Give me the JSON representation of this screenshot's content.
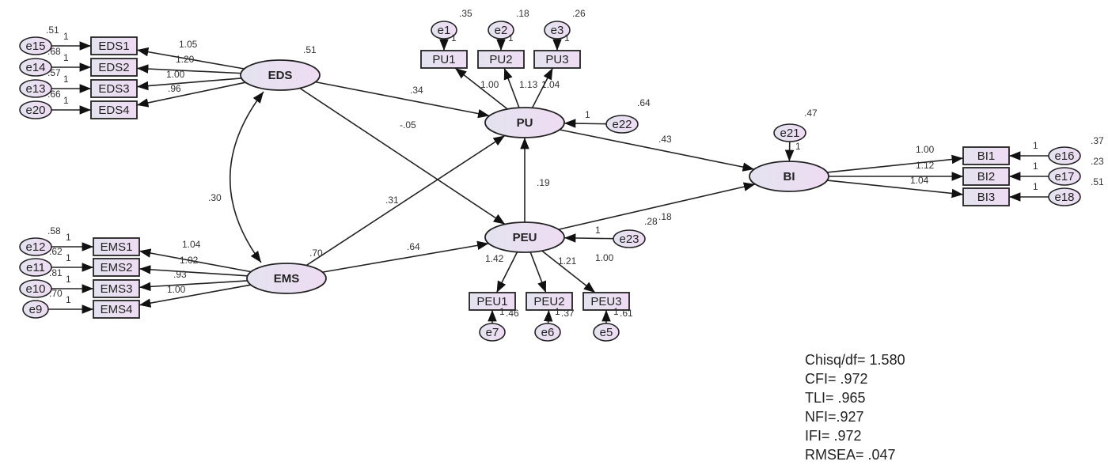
{
  "latent": [
    {
      "id": "EDS",
      "label": "EDS",
      "variance": ".51"
    },
    {
      "id": "EMS",
      "label": "EMS",
      "variance": ".70"
    },
    {
      "id": "PU",
      "label": "PU"
    },
    {
      "id": "PEU",
      "label": "PEU"
    },
    {
      "id": "BI",
      "label": "BI"
    }
  ],
  "indicators": [
    {
      "id": "EDS1",
      "label": "EDS1"
    },
    {
      "id": "EDS2",
      "label": "EDS2"
    },
    {
      "id": "EDS3",
      "label": "EDS3"
    },
    {
      "id": "EDS4",
      "label": "EDS4"
    },
    {
      "id": "EMS1",
      "label": "EMS1"
    },
    {
      "id": "EMS2",
      "label": "EMS2"
    },
    {
      "id": "EMS3",
      "label": "EMS3"
    },
    {
      "id": "EMS4",
      "label": "EMS4"
    },
    {
      "id": "PU1",
      "label": "PU1"
    },
    {
      "id": "PU2",
      "label": "PU2"
    },
    {
      "id": "PU3",
      "label": "PU3"
    },
    {
      "id": "PEU1",
      "label": "PEU1"
    },
    {
      "id": "PEU2",
      "label": "PEU2"
    },
    {
      "id": "PEU3",
      "label": "PEU3"
    },
    {
      "id": "BI1",
      "label": "BI1"
    },
    {
      "id": "BI2",
      "label": "BI2"
    },
    {
      "id": "BI3",
      "label": "BI3"
    }
  ],
  "errors": [
    {
      "id": "e15",
      "label": "e15",
      "target": "EDS1",
      "variance": ".51",
      "weight": "1"
    },
    {
      "id": "e14",
      "label": "e14",
      "target": "EDS2",
      "variance": ".68",
      "weight": "1"
    },
    {
      "id": "e13",
      "label": "e13",
      "target": "EDS3",
      "variance": ".57",
      "weight": "1"
    },
    {
      "id": "e20",
      "label": "e20",
      "target": "EDS4",
      "variance": ".66",
      "weight": "1"
    },
    {
      "id": "e12",
      "label": "e12",
      "target": "EMS1",
      "variance": ".58",
      "weight": "1"
    },
    {
      "id": "e11",
      "label": "e11",
      "target": "EMS2",
      "variance": ".62",
      "weight": "1"
    },
    {
      "id": "e10",
      "label": "e10",
      "target": "EMS3",
      "variance": ".81",
      "weight": "1"
    },
    {
      "id": "e9",
      "label": "e9",
      "target": "EMS4",
      "variance": ".70",
      "weight": "1"
    },
    {
      "id": "e1",
      "label": "e1",
      "target": "PU1",
      "variance": ".35",
      "weight": "1"
    },
    {
      "id": "e2",
      "label": "e2",
      "target": "PU2",
      "variance": ".18",
      "weight": "1"
    },
    {
      "id": "e3",
      "label": "e3",
      "target": "PU3",
      "variance": ".26",
      "weight": "1"
    },
    {
      "id": "e7",
      "label": "e7",
      "target": "PEU1",
      "variance": ".46",
      "weight": "1"
    },
    {
      "id": "e6",
      "label": "e6",
      "target": "PEU2",
      "variance": ".37",
      "weight": "1"
    },
    {
      "id": "e5",
      "label": "e5",
      "target": "PEU3",
      "variance": ".61",
      "weight": "1"
    },
    {
      "id": "e22",
      "label": "e22",
      "target": "PU",
      "variance": ".64",
      "weight": "1"
    },
    {
      "id": "e23",
      "label": "e23",
      "target": "PEU",
      "variance": ".28",
      "weight": "1"
    },
    {
      "id": "e21",
      "label": "e21",
      "target": "BI",
      "variance": ".47",
      "weight": "1"
    },
    {
      "id": "e16",
      "label": "e16",
      "target": "BI1",
      "variance": ".37",
      "weight": "1"
    },
    {
      "id": "e17",
      "label": "e17",
      "target": "BI2",
      "variance": ".23",
      "weight": "1"
    },
    {
      "id": "e18",
      "label": "e18",
      "target": "BI3",
      "variance": ".51",
      "weight": "1"
    }
  ],
  "paths": [
    {
      "from": "EDS",
      "to": "EDS1",
      "coef": "1.05"
    },
    {
      "from": "EDS",
      "to": "EDS2",
      "coef": "1.20"
    },
    {
      "from": "EDS",
      "to": "EDS3",
      "coef": "1.00"
    },
    {
      "from": "EDS",
      "to": "EDS4",
      "coef": ".96"
    },
    {
      "from": "EMS",
      "to": "EMS1",
      "coef": "1.04"
    },
    {
      "from": "EMS",
      "to": "EMS2",
      "coef": "1.02"
    },
    {
      "from": "EMS",
      "to": "EMS3",
      "coef": ".93"
    },
    {
      "from": "EMS",
      "to": "EMS4",
      "coef": "1.00"
    },
    {
      "from": "PU",
      "to": "PU1",
      "coef": "1.00"
    },
    {
      "from": "PU",
      "to": "PU2",
      "coef": "1.13"
    },
    {
      "from": "PU",
      "to": "PU3",
      "coef": "1.04"
    },
    {
      "from": "PEU",
      "to": "PEU1",
      "coef": "1.42"
    },
    {
      "from": "PEU",
      "to": "PEU2",
      "coef": "1.21"
    },
    {
      "from": "PEU",
      "to": "PEU3",
      "coef": "1.00"
    },
    {
      "from": "BI",
      "to": "BI1",
      "coef": "1.00"
    },
    {
      "from": "BI",
      "to": "BI2",
      "coef": "1.12"
    },
    {
      "from": "BI",
      "to": "BI3",
      "coef": "1.04"
    },
    {
      "from": "EDS",
      "to": "PU",
      "coef": ".34"
    },
    {
      "from": "EDS",
      "to": "PEU",
      "coef": "-.05"
    },
    {
      "from": "EMS",
      "to": "PU",
      "coef": ".31"
    },
    {
      "from": "EMS",
      "to": "PEU",
      "coef": ".64"
    },
    {
      "from": "PEU",
      "to": "PU",
      "coef": ".19"
    },
    {
      "from": "PU",
      "to": "BI",
      "coef": ".43"
    },
    {
      "from": "PEU",
      "to": "BI",
      "coef": ".18"
    }
  ],
  "covariances": [
    {
      "a": "EDS",
      "b": "EMS",
      "value": ".30"
    }
  ],
  "fit_indices": [
    "Chisq/df= 1.580",
    "CFI= .972",
    "TLI= .965",
    "NFI=.927",
    "IFI= .972",
    "RMSEA= .047"
  ],
  "colors": {
    "node_fill": "#ebe3f3",
    "stroke": "#333333"
  }
}
